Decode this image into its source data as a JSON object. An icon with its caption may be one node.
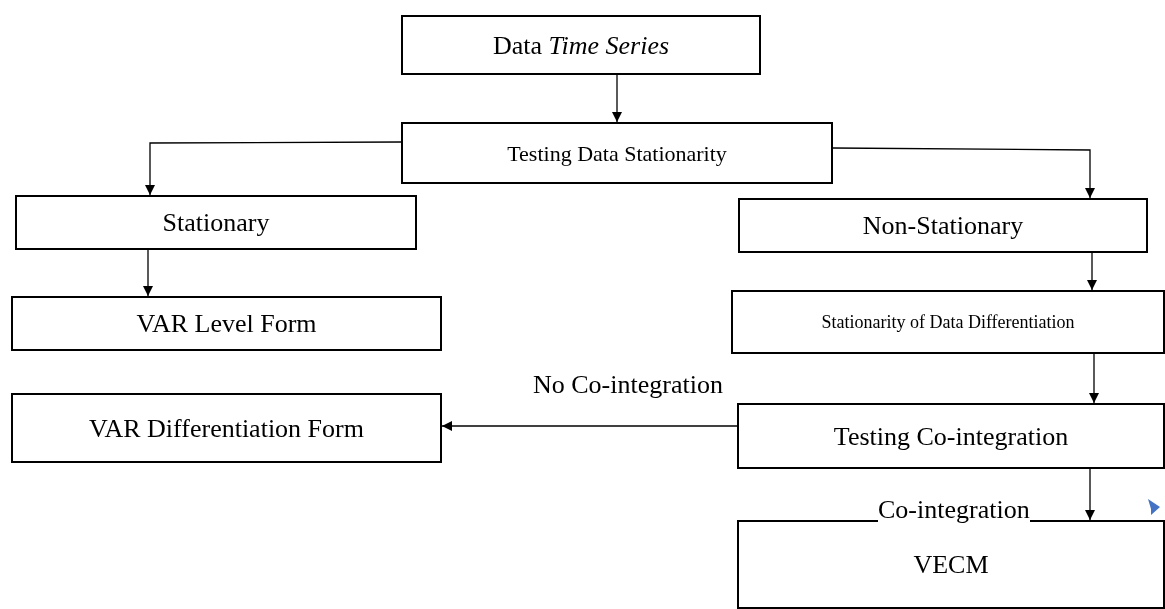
{
  "diagram": {
    "nodes": [
      {
        "text": [
          "Data *Time Series*"
        ]
      },
      {
        "text": [
          "Testing Data Stationarity"
        ]
      },
      {
        "text": [
          "Stationary"
        ]
      },
      {
        "text": [
          "Non-Stationary"
        ]
      },
      {
        "text": [
          "VAR Level Form"
        ]
      },
      {
        "text": [
          "Stationarity of Data Differentiation"
        ]
      },
      {
        "text": [
          "VAR Differentiation Form"
        ]
      },
      {
        "text": [
          "Testing Co-integration"
        ]
      },
      {
        "text": [
          "VECM"
        ]
      }
    ],
    "edges": [
      {
        "from": 0,
        "to": 1,
        "arrow": "to"
      },
      {
        "from": 1,
        "to": 2,
        "arrow": "to"
      },
      {
        "from": 1,
        "to": 3,
        "arrow": "to"
      },
      {
        "from": 2,
        "to": 4,
        "arrow": "to"
      },
      {
        "from": 3,
        "to": 5,
        "arrow": "to"
      },
      {
        "from": 5,
        "to": 7,
        "arrow": "to"
      },
      {
        "from": 7,
        "to": 6,
        "arrow": "to",
        "label": "No Co-integration"
      },
      {
        "from": 7,
        "to": 8,
        "arrow": "to",
        "label": "Co-integration"
      }
    ]
  }
}
